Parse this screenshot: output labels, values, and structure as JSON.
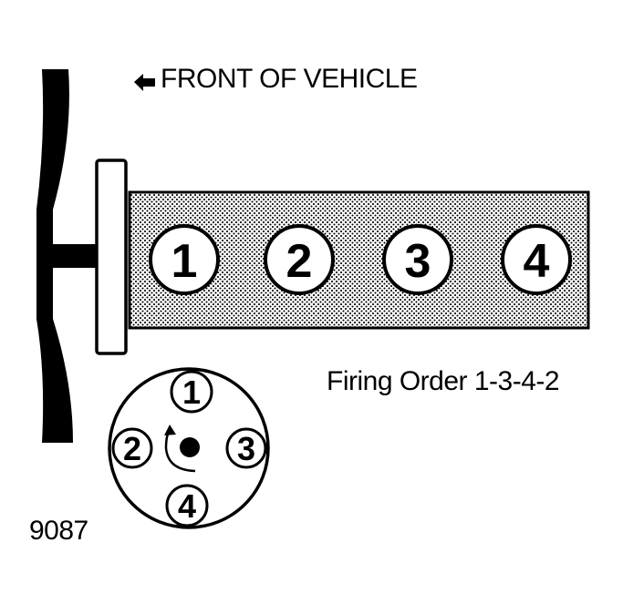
{
  "labels": {
    "front_of_vehicle": "FRONT OF VEHICLE",
    "firing_order": "Firing Order 1-3-4-2",
    "figure_number": "9087"
  },
  "cylinders": [
    "1",
    "2",
    "3",
    "4"
  ],
  "distributor": {
    "top": "1",
    "left": "2",
    "right": "3",
    "bottom": "4"
  },
  "icons": {
    "front_arrow": "arrow-left-icon",
    "rotation": "counterclockwise-arrow-icon"
  },
  "colors": {
    "ink": "#000000",
    "background": "#ffffff",
    "stipple": "#000000"
  }
}
